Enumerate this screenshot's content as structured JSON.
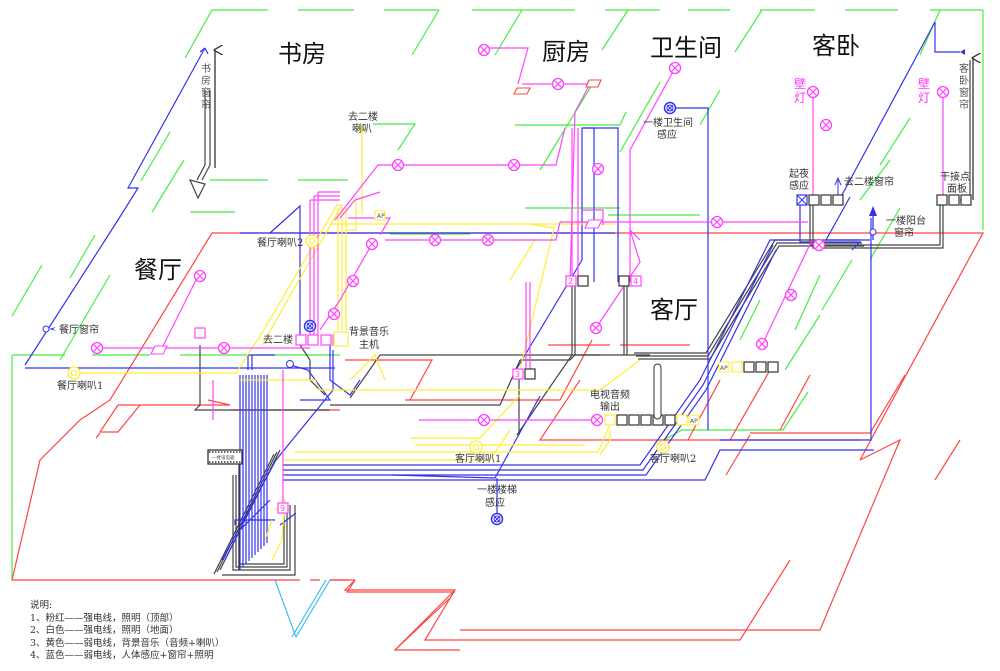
{
  "colors": {
    "pink": "#ff44ff",
    "red": "#ff4444",
    "green": "#44ee44",
    "blue": "#3333ee",
    "yellow": "#ffff33",
    "black": "#333333",
    "cyan": "#33bbee"
  },
  "rooms": {
    "study": "书房",
    "kitchen": "厨房",
    "bathroom": "卫生间",
    "guest_bedroom": "客卧",
    "dining": "餐厅",
    "living": "客厅"
  },
  "labels": {
    "study_curtain": [
      "书",
      "房",
      "窗",
      "帘"
    ],
    "guest_curtain": [
      "客",
      "卧",
      "窗",
      "帘"
    ],
    "upstairs_speaker_1": "去二楼",
    "upstairs_speaker_2": "喇叭",
    "bath_sensor_1": "一楼卫生间",
    "bath_sensor_2": "感应",
    "wall_lamp_1": [
      "壁",
      "灯"
    ],
    "wall_lamp_2": [
      "壁",
      "灯"
    ],
    "night_sensor_1": "起夜",
    "night_sensor_2": "感应",
    "upstairs_curtain": "去二楼窗帘",
    "dry_contact_1": "干接点",
    "dry_contact_2": "面板",
    "balcony_curtain_1": "一楼阳台",
    "balcony_curtain_2": "窗帘",
    "dining_speaker_2": "餐厅喇叭2",
    "dining_curtain": "餐厅窗帘",
    "dining_speaker_1": "餐厅喇叭1",
    "upstairs": "去二楼",
    "bgm_host_1": "背景音乐",
    "bgm_host_2": "主机",
    "tv_audio_1": "电视音频",
    "tv_audio_2": "输出",
    "living_speaker_1": "客厅喇叭1",
    "living_speaker_2": "客厅喇叭2",
    "stair_sensor_1": "一楼楼梯",
    "stair_sensor_2": "感应",
    "ap": "AP",
    "distribution_box": "一楼强电箱",
    "box_2": "2",
    "box_3": "3",
    "box_4": "4",
    "box_9": "9"
  },
  "legend": {
    "title": "说明:",
    "items": [
      "1、粉红——强电线，照明（顶部）",
      "2、白色——强电线，照明（地面）",
      "3、黄色——弱电线，背景音乐（音频+喇叭）",
      "4、蓝色——弱电线，人体感应+窗帘+照明"
    ]
  }
}
